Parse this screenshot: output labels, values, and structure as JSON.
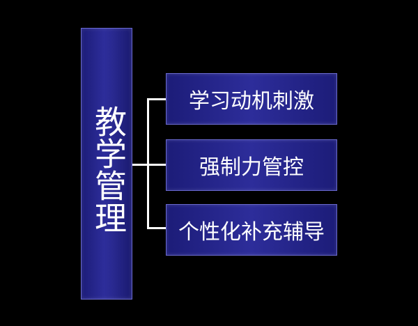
{
  "root": {
    "label": "教学管理"
  },
  "children": [
    {
      "label": "学习动机刺激"
    },
    {
      "label": "强制力管控"
    },
    {
      "label": "个性化补充辅导"
    }
  ],
  "colors": {
    "background": "#000000",
    "box_fill": "#2a2a92",
    "box_border": "#6a6ad0",
    "text": "#ffffff",
    "connector": "#ffffff"
  }
}
